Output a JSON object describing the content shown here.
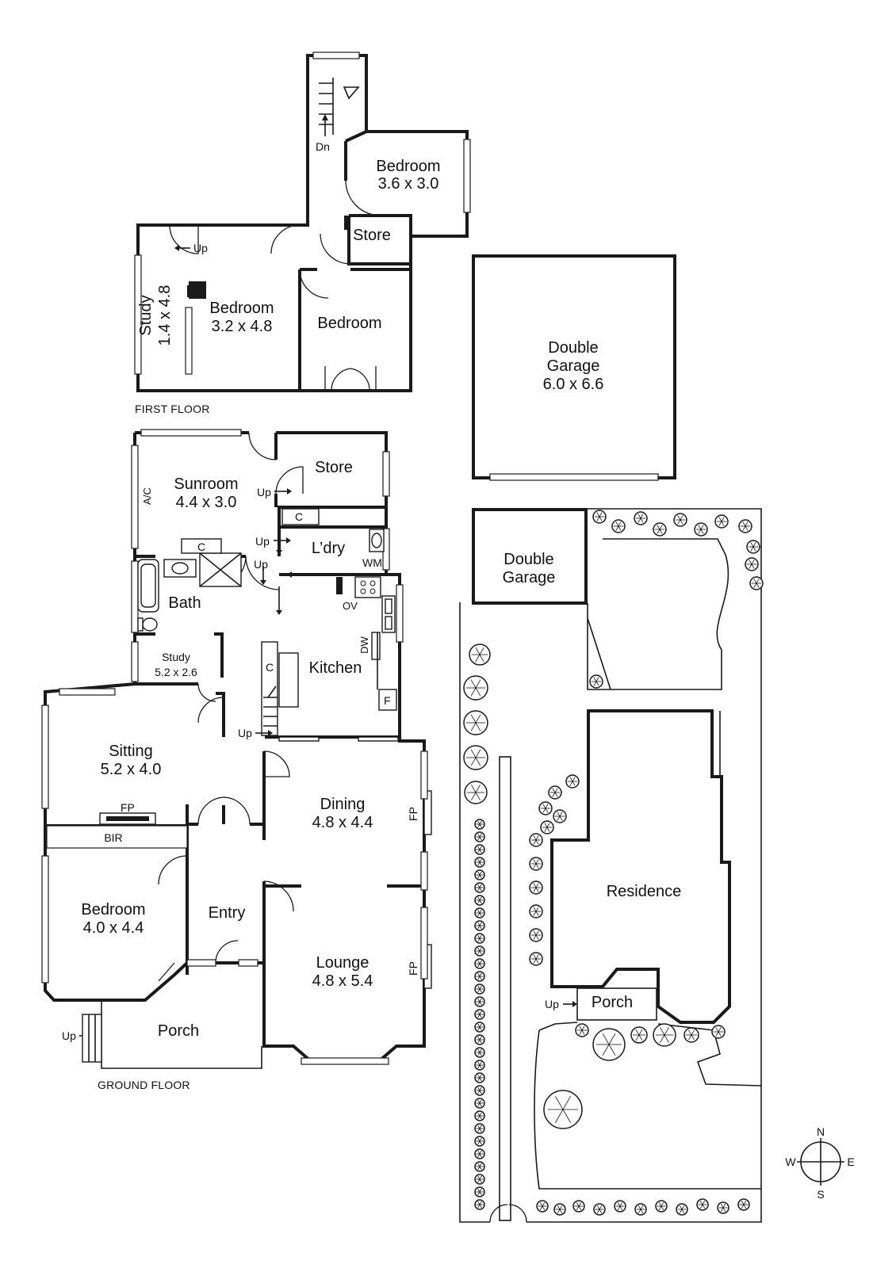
{
  "floors": {
    "first": "FIRST FLOOR",
    "ground": "GROUND FLOOR"
  },
  "first_floor_rooms": {
    "bedroom_ne": {
      "name": "Bedroom",
      "size": "3.6 x 3.0"
    },
    "store": {
      "name": "Store"
    },
    "bedroom_main": {
      "name": "Bedroom",
      "size": "3.2 x 4.8"
    },
    "bedroom_e": {
      "name": "Bedroom"
    },
    "study": {
      "name": "Study",
      "size": "1.4 x 4.8"
    }
  },
  "ground_floor_rooms": {
    "sunroom": {
      "name": "Sunroom",
      "size": "4.4 x 3.0"
    },
    "store": {
      "name": "Store"
    },
    "laundry": {
      "name": "L’dry"
    },
    "bath": {
      "name": "Bath"
    },
    "kitchen": {
      "name": "Kitchen"
    },
    "study": {
      "name": "Study",
      "size": "5.2 x 2.6"
    },
    "sitting": {
      "name": "Sitting",
      "size": "5.2 x 4.0"
    },
    "dining": {
      "name": "Dining",
      "size": "4.8 x 4.4"
    },
    "bedroom": {
      "name": "Bedroom",
      "size": "4.0 x 4.4"
    },
    "entry": {
      "name": "Entry"
    },
    "lounge": {
      "name": "Lounge",
      "size": "4.8 x 5.4"
    },
    "porch": {
      "name": "Porch"
    },
    "bir": {
      "name": "BIR"
    }
  },
  "site": {
    "garage_large": {
      "line1": "Double",
      "line2": "Garage",
      "size": "6.0 x 6.6"
    },
    "garage_small": {
      "line1": "Double",
      "line2": "Garage"
    },
    "residence": {
      "name": "Residence"
    },
    "porch": {
      "name": "Porch"
    }
  },
  "fixture_labels": {
    "dn": "Dn",
    "up": "Up",
    "ac": "A/C",
    "cupboard": "C",
    "wm": "WM",
    "ov": "OV",
    "dw": "DW",
    "fridge": "F",
    "fireplace": "FP"
  },
  "compass": {
    "n": "N",
    "s": "S",
    "e": "E",
    "w": "W"
  }
}
